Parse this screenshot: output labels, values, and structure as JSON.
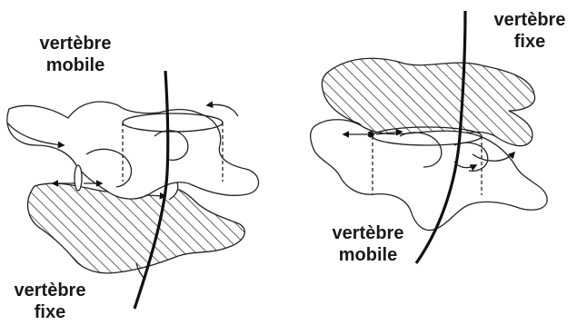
{
  "left_panel": {
    "top_label_line1": "vertèbre",
    "top_label_line2": "mobile",
    "bottom_label_line1": "vertèbre",
    "bottom_label_line2": "fixe"
  },
  "right_panel": {
    "top_label_line1": "vertèbre",
    "top_label_line2": "fixe",
    "bottom_label_line1": "vertèbre",
    "bottom_label_line2": "mobile"
  }
}
